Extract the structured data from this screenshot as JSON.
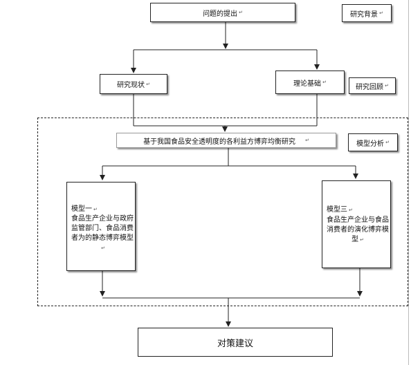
{
  "diagram": {
    "problem": "问题的提出",
    "background": "研究背景",
    "status": "研究现状",
    "theory": "理论基础",
    "review": "研究回顾",
    "main_research": "基于我国食品安全透明度的各利益方博弈均衡研究",
    "model_analysis": "模型分析",
    "model1_title": "模型一",
    "model1_desc": "食品生产企业与政府监管部门、食品消费者为的静态博弈模型",
    "model3_title": "模型三",
    "model3_desc": "食品生产企业与食品消费者的演化博弈模型",
    "recommendation": "对策建议",
    "para_mark": "↵"
  }
}
